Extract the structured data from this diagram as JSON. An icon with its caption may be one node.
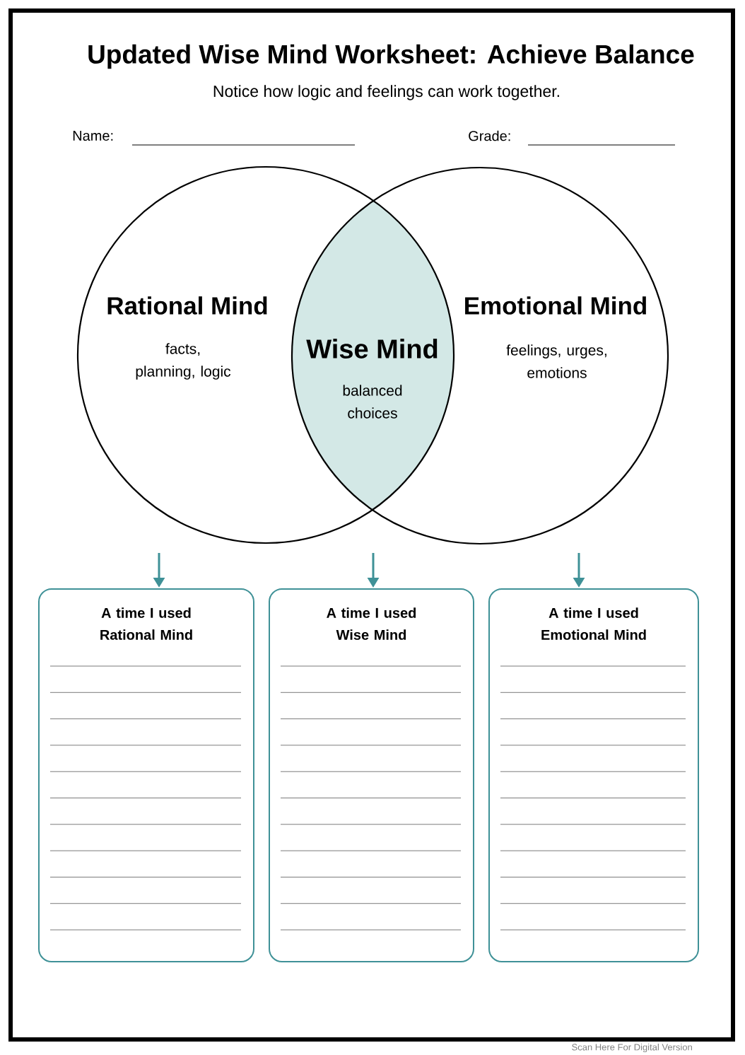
{
  "diagram": {
    "title": "Updated Wise Mind Worksheet: Achieve Balance",
    "caption": "Notice how logic and feelings can work together.",
    "nodes": [
      {
        "text": [
          "Rational Mind",
          "facts, planning, logic"
        ]
      },
      {
        "text": [
          "Wise Mind",
          "balanced choices"
        ]
      },
      {
        "text": [
          "Emotional Mind",
          "feelings, urges, emotions"
        ]
      },
      {
        "text": [
          "A time I used Rational Mind"
        ]
      },
      {
        "text": [
          "A time I used Wise Mind"
        ]
      },
      {
        "text": [
          "A time I used Emotional Mind"
        ]
      }
    ],
    "edges": [
      {
        "from": null,
        "to": 3,
        "arrow": "to"
      },
      {
        "from": null,
        "to": 4,
        "arrow": "to"
      },
      {
        "from": null,
        "to": 5,
        "arrow": "to"
      }
    ],
    "labels": [
      "Name:",
      "Grade:",
      "Scan Here For Digital Version"
    ]
  }
}
